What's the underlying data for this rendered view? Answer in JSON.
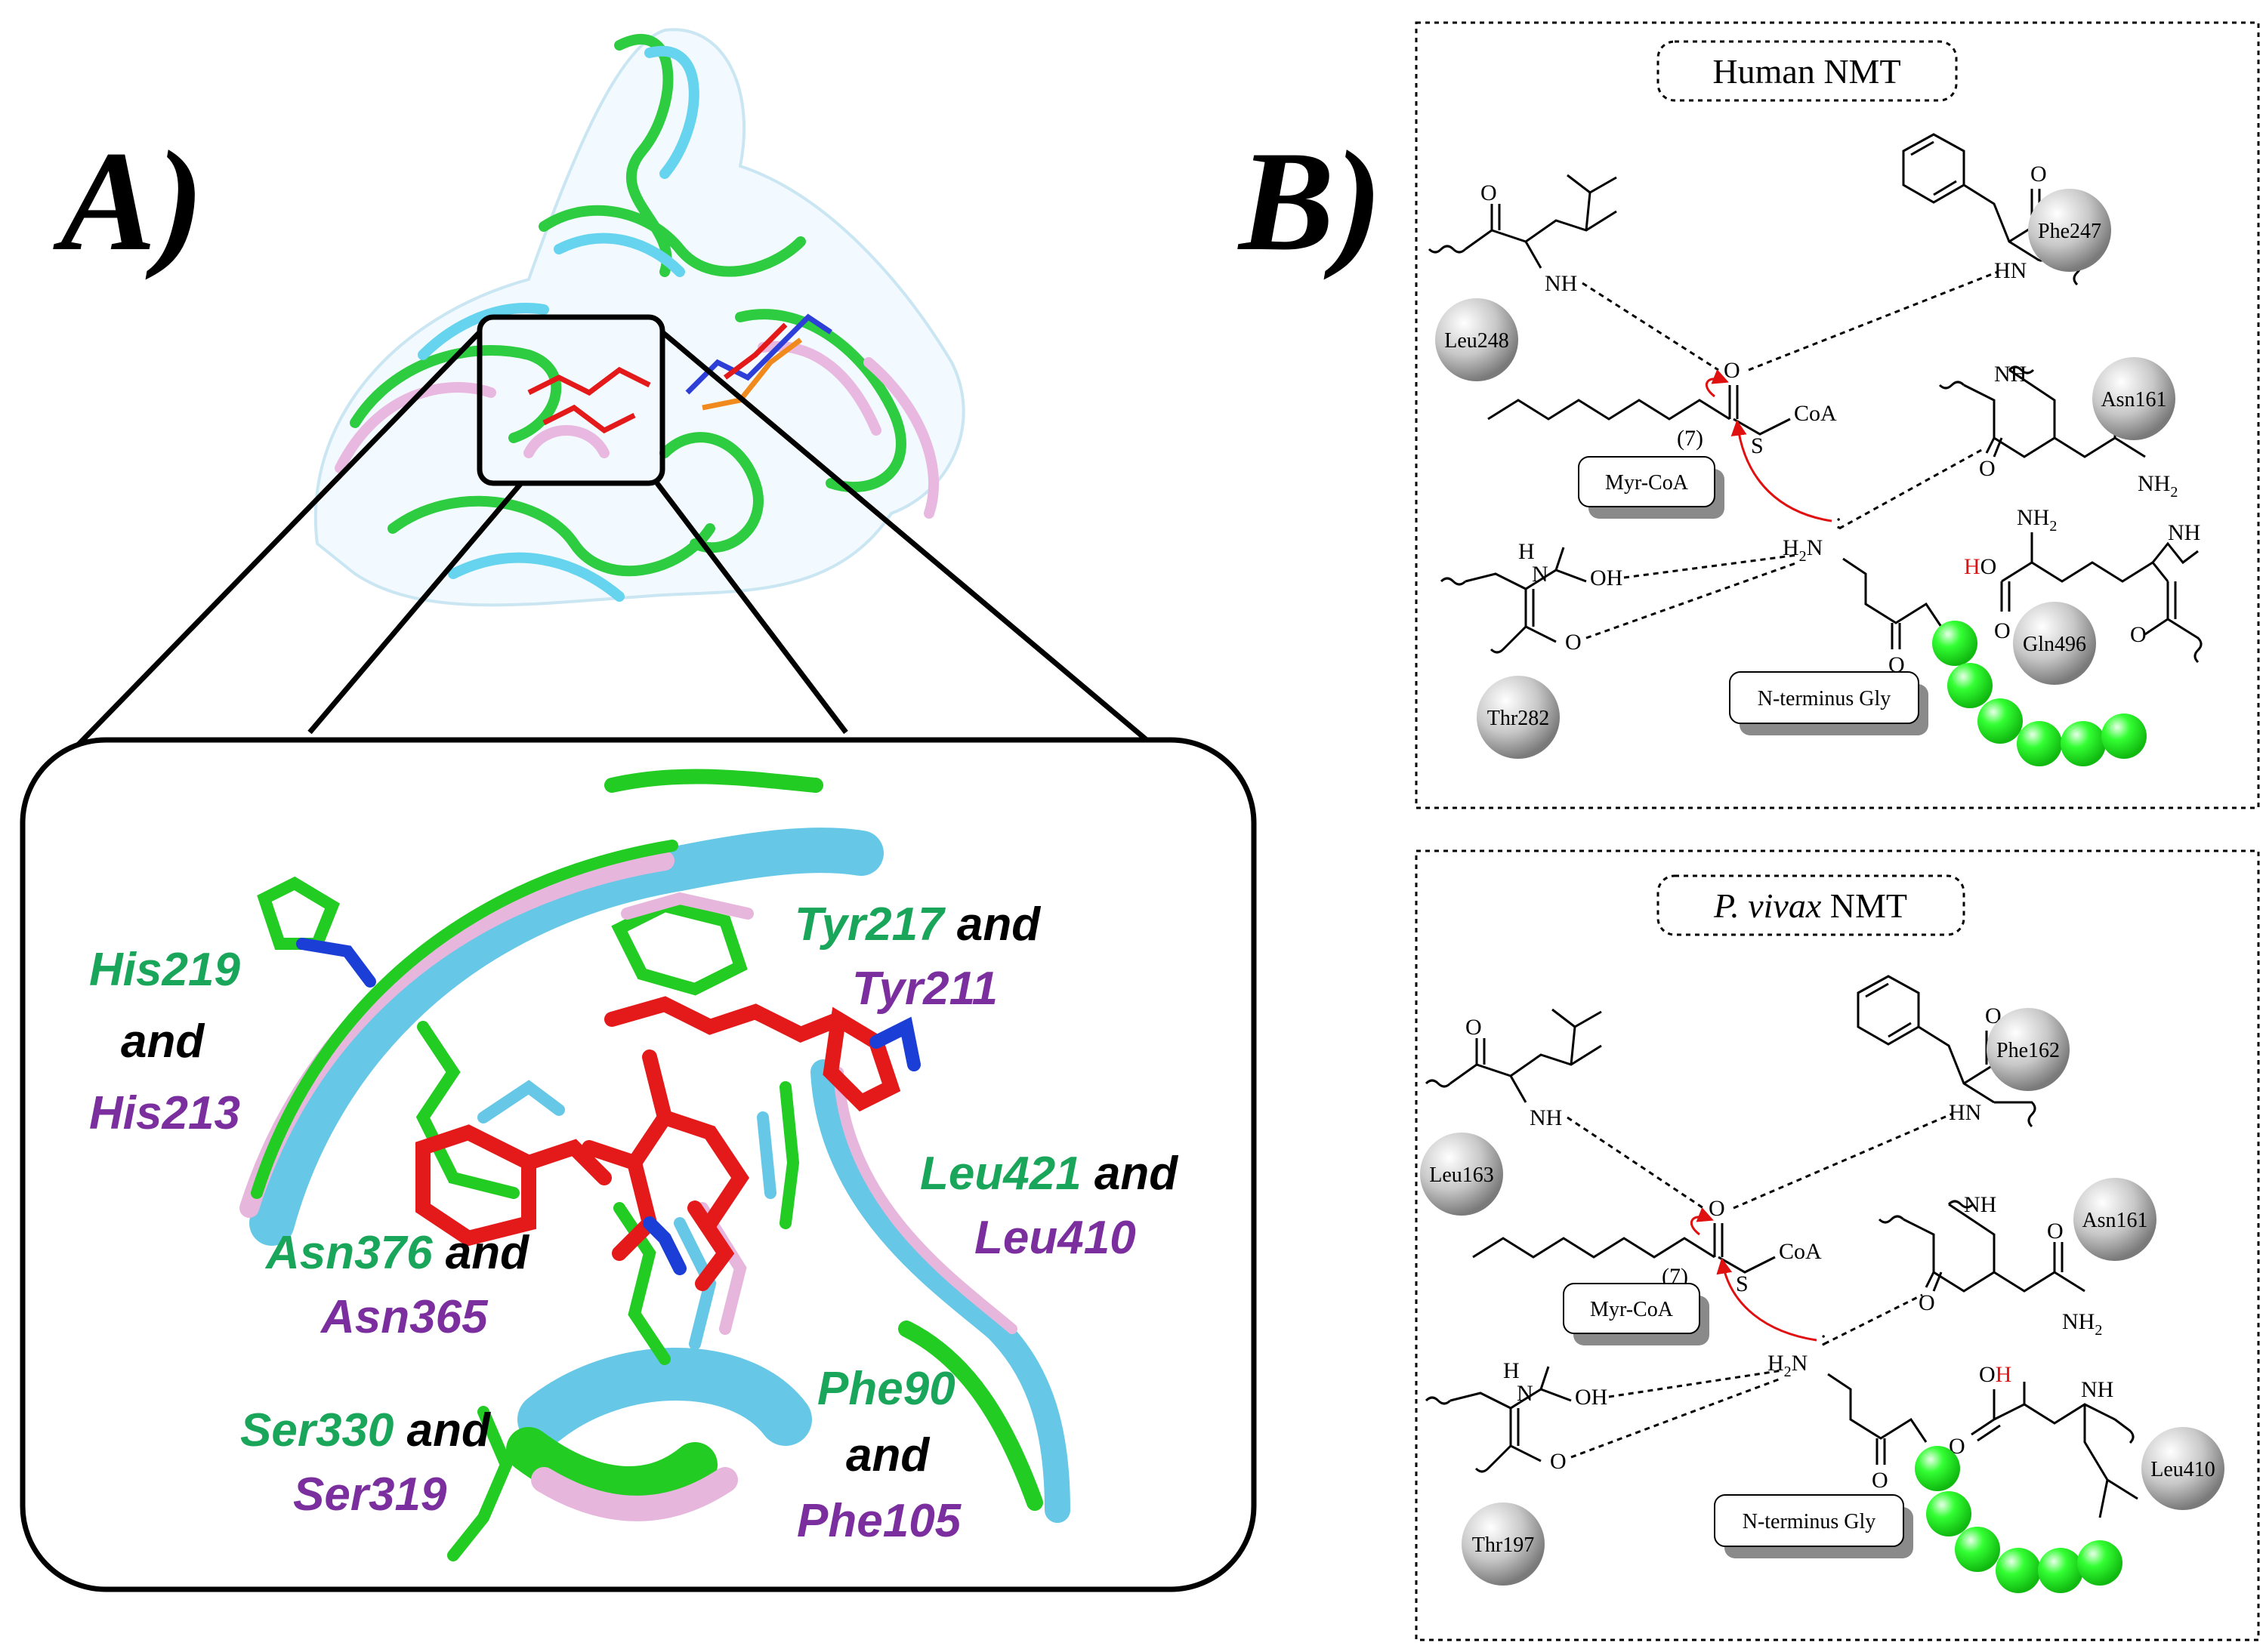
{
  "panel_a": {
    "letter": "A)",
    "labels": {
      "his_green": "His219",
      "his_and": "and",
      "his_purple": "His213",
      "tyr_green": "Tyr217",
      "tyr_and": " and",
      "tyr_purple": "Tyr211",
      "leu_green": "Leu421",
      "leu_and": " and",
      "leu_purple": "Leu410",
      "asn_green": "Asn376",
      "asn_and": " and",
      "asn_purple": "Asn365",
      "ser_green": "Ser330",
      "ser_and": " and",
      "ser_purple": "Ser319",
      "phe_green": "Phe90",
      "phe_and": "and",
      "phe_purple": "Phe105"
    },
    "colors": {
      "green": "#1aa65a",
      "purple": "#7b2f9e",
      "black": "#000000"
    }
  },
  "panel_b": {
    "letter": "B)",
    "human": {
      "title": "Human NMT",
      "residues": {
        "leu": "Leu248",
        "phe": "Phe247",
        "asn": "Asn161",
        "gln": "Gln496",
        "thr": "Thr282"
      },
      "myr_coa": "Myr-CoA",
      "n_terminus": "N-terminus Gly",
      "chem": {
        "nh_leu": "NH",
        "o_leu": "O",
        "hn_phe": "HN",
        "o_phe": "O",
        "o_carbonyl": "O",
        "s_coa": "S",
        "coa": "CoA",
        "seven": "(7)",
        "nh_asn": "NH",
        "o_asn": "O",
        "nh2_asn": "NH",
        "h2n": "H",
        "h_red": "H",
        "o_gln": "O",
        "o_gln2": "O",
        "nh2_gln": "NH",
        "nh_gln": "N",
        "o_gln3": "O",
        "oh_thr": "OH",
        "nh_thr": "N",
        "o_thr": "O",
        "o_gly": "O"
      }
    },
    "vivax": {
      "title_italic": "P. vivax",
      "title_rest": " NMT",
      "residues": {
        "leu": "Leu163",
        "phe": "Phe162",
        "asn": "Asn161",
        "leu2": "Leu410",
        "thr": "Thr197"
      },
      "myr_coa": "Myr-CoA",
      "n_terminus": "N-terminus Gly",
      "chem": {
        "nh_leu": "NH",
        "o_leu": "O",
        "hn_phe": "HN",
        "o_phe": "O",
        "o_carbonyl": "O",
        "s_coa": "S",
        "coa": "CoA",
        "seven": "(7)",
        "nh_asn": "NH",
        "o_asn": "O",
        "nh2_asn": "NH",
        "h2n": "H",
        "h_red": "H",
        "o_acid": "O",
        "o_acid2": "O",
        "nh_leu2": "N",
        "oh_thr": "OH",
        "nh_thr": "N",
        "o_thr": "O",
        "o_gly": "O"
      }
    }
  }
}
